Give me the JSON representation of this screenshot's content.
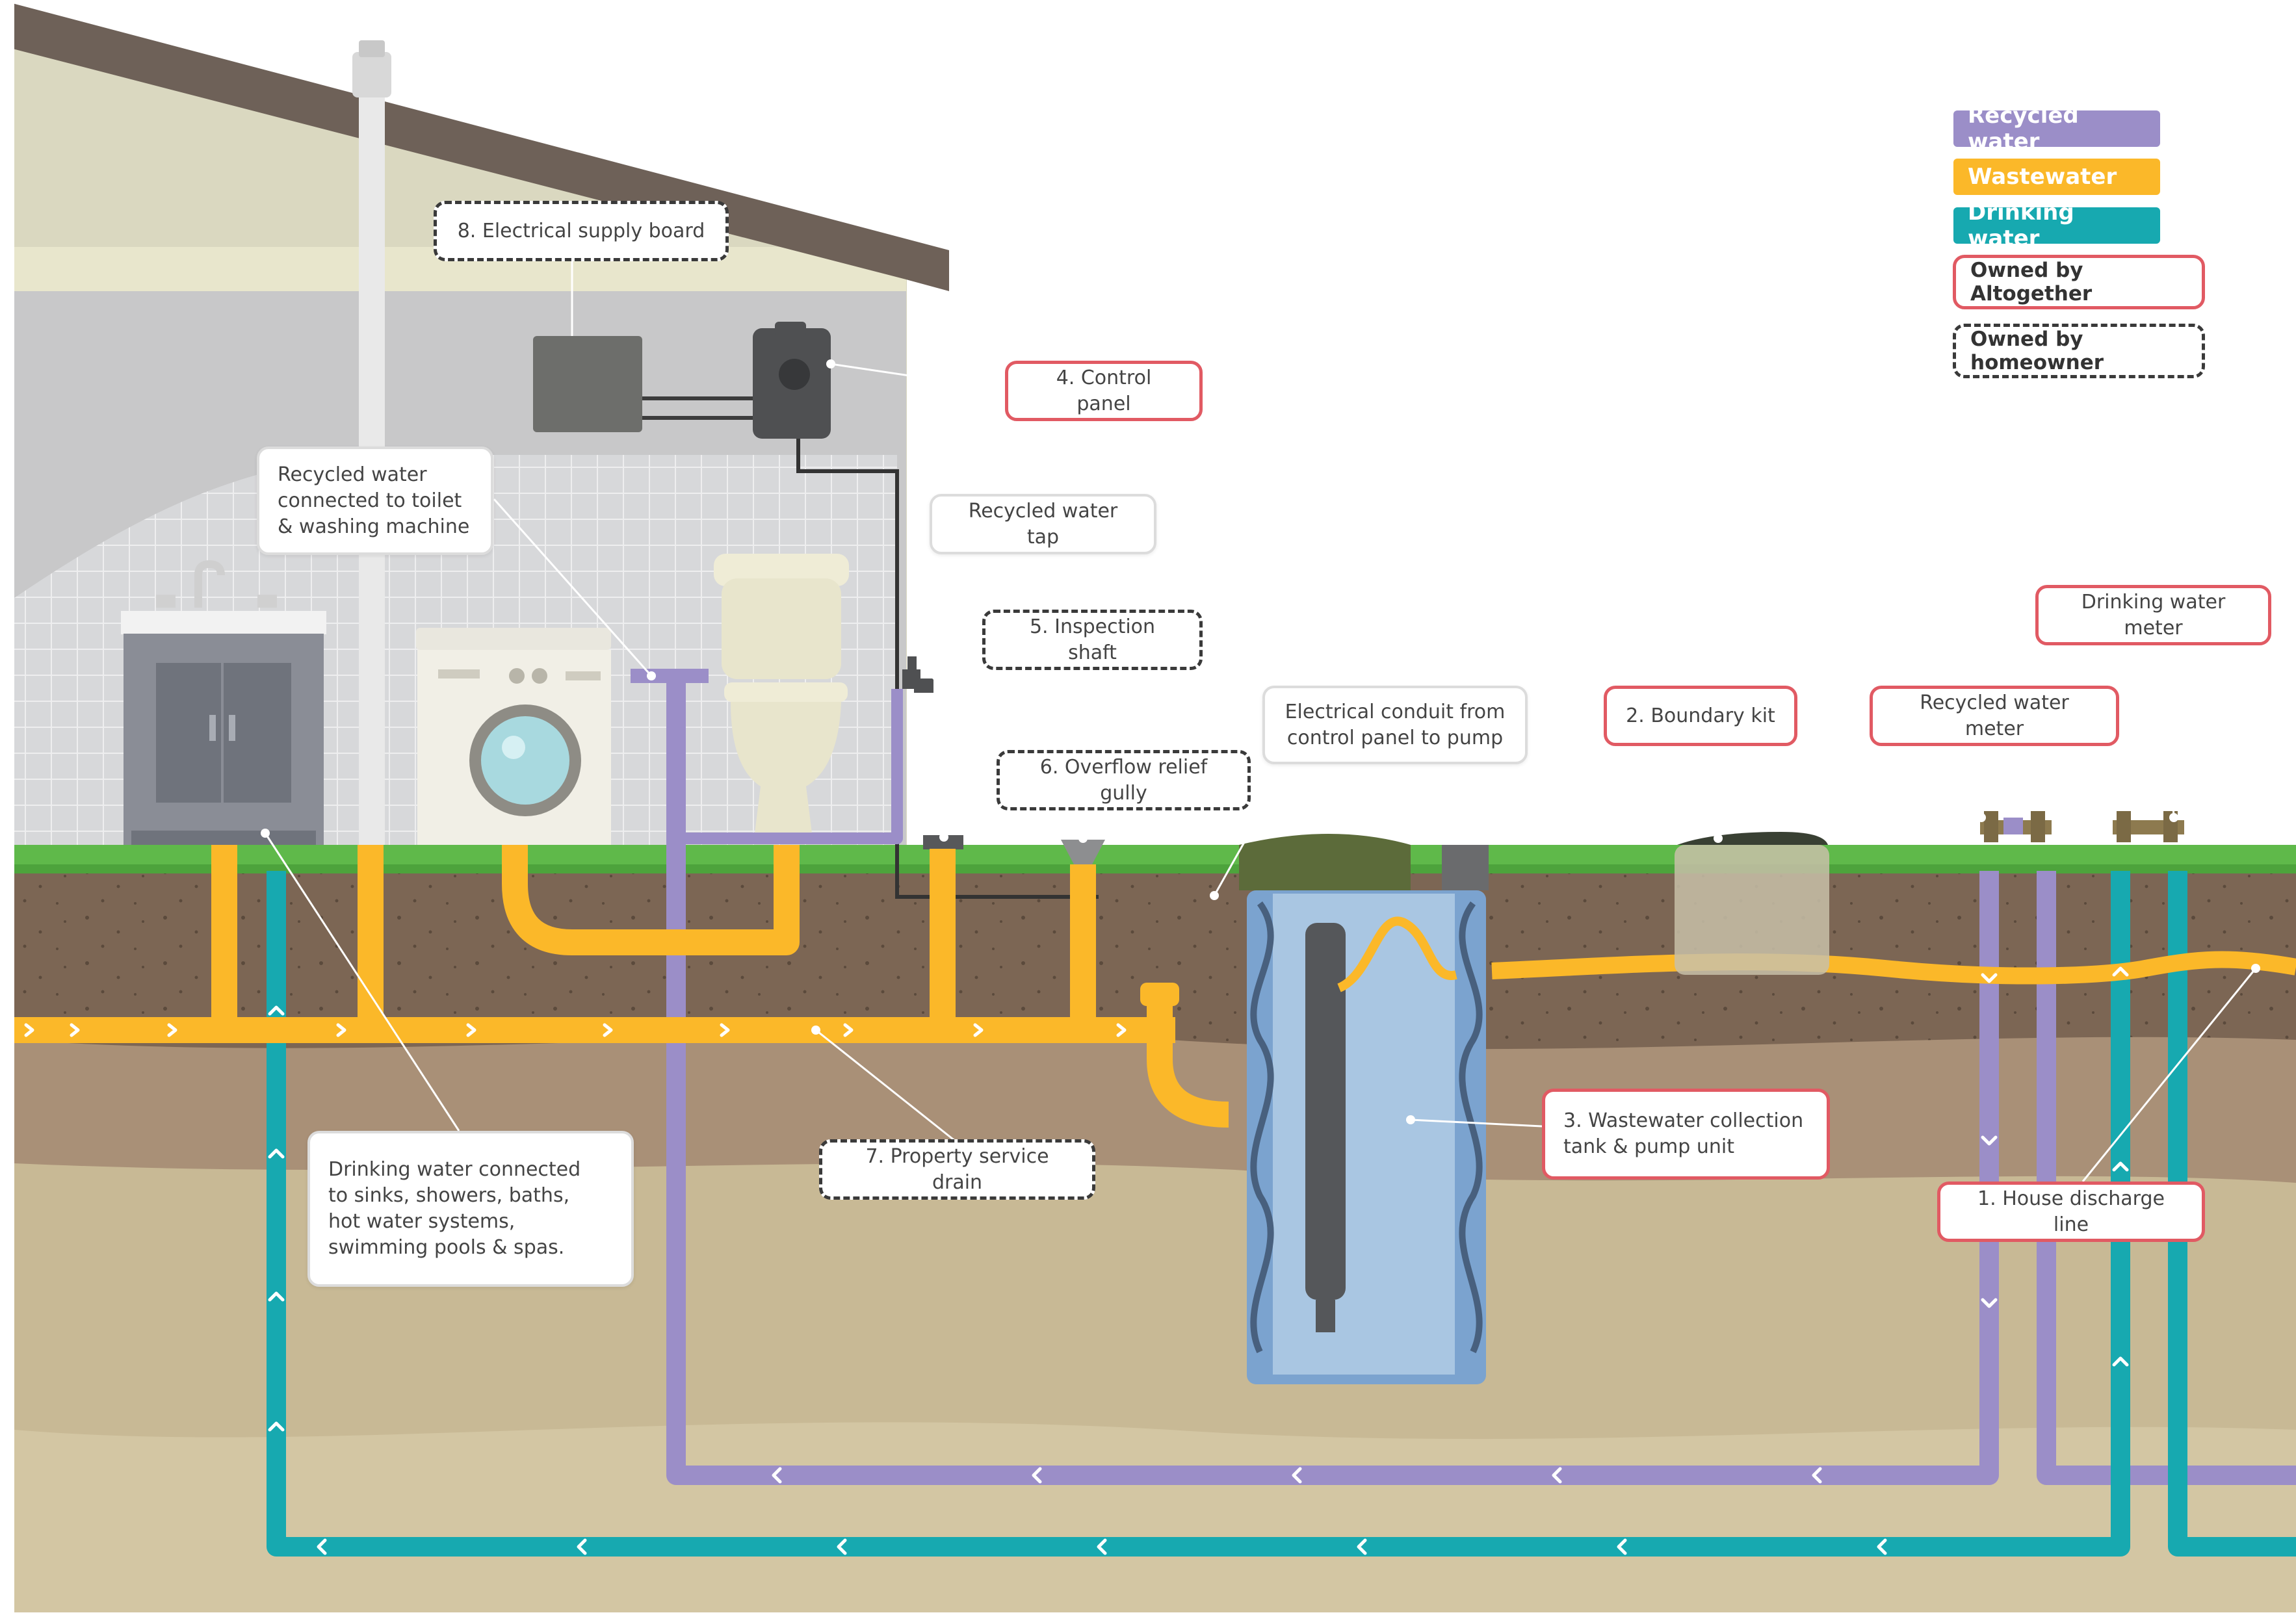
{
  "colors": {
    "recycled": "#9b8ec8",
    "wastewater": "#fbb829",
    "drinking": "#17a9b0",
    "owned_altogether_border": "#e15a63",
    "owned_homeowner_border": "#3a3a3a",
    "grass": "#5fb94a",
    "topsoil": "#7a6553",
    "subsoil": "#a08870",
    "sand": "#cfc29e",
    "house_wall": "#c9c9c9",
    "roof": "#6e6158"
  },
  "legend": {
    "recycled_water": "Recycled water",
    "wastewater": "Wastewater",
    "drinking_water": "Drinking water",
    "owned_by_altogether": "Owned by Altogether",
    "owned_by_homeowner": "Owned by homeowner"
  },
  "labels": {
    "electrical_supply_board": "8. Electrical supply board",
    "control_panel": "4. Control panel",
    "recycled_connected": "Recycled water\nconnected to toilet\n& washing machine",
    "recycled_tap": "Recycled water tap",
    "inspection_shaft": "5. Inspection shaft",
    "overflow_gully": "6. Overflow relief gully",
    "electrical_conduit": "Electrical conduit from\ncontrol panel to pump",
    "boundary_kit": "2. Boundary kit",
    "recycled_meter": "Recycled water meter",
    "drinking_meter": "Drinking water meter",
    "drinking_connected": "Drinking water connected\nto sinks, showers, baths,\nhot water systems,\nswimming pools & spas.",
    "property_drain": "7. Property service drain",
    "collection_tank": "3. Wastewater collection\ntank & pump unit",
    "house_discharge": "1. House discharge line"
  },
  "icons": [
    "vent-pipe",
    "sink-cabinet",
    "washing-machine",
    "toilet",
    "electrical-board",
    "control-panel",
    "garden-tap",
    "inspection-shaft",
    "overflow-gully",
    "pump-tank",
    "boundary-kit",
    "recycled-water-meter",
    "drinking-water-meter"
  ]
}
